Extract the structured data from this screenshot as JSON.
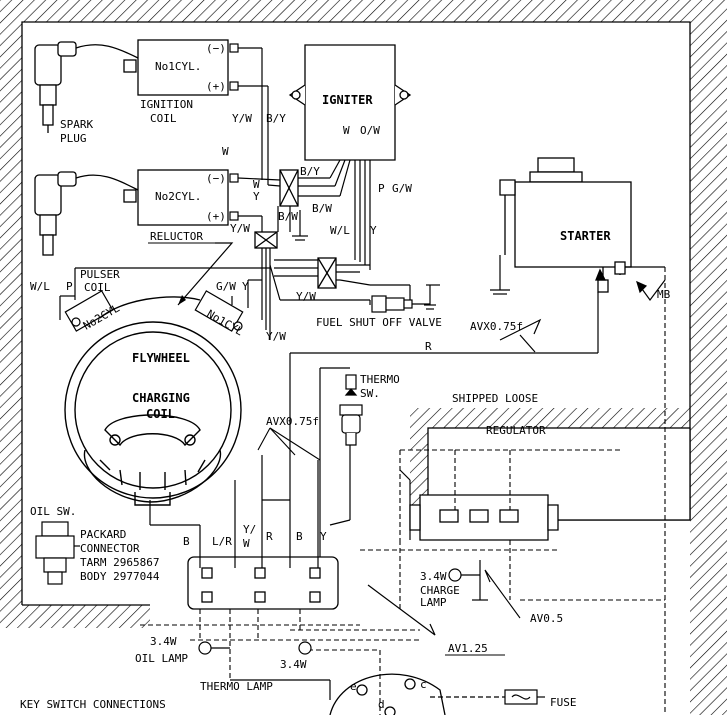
{
  "labels": {
    "ignition_coil_1": "No1CYL.",
    "ignition_coil_2": "No2CYL.",
    "coil_minus_1": "(−)",
    "coil_plus_1": "(+)",
    "coil_minus_2": "(−)",
    "coil_plus_2": "(+)",
    "ignition_coil": "IGNITION",
    "ignition_coil_b": "COIL",
    "spark_plug": "SPARK",
    "spark_plug_b": "PLUG",
    "igniter": "IGNITER",
    "reluctor": "RELUCTOR",
    "pulser_coil": "PULSER",
    "pulser_coil_b": "COIL",
    "pulser_no2": "No2CYL",
    "pulser_no1": "No1CYL",
    "flywheel": "FLYWHEEL",
    "charging_coil": "CHARGING",
    "charging_coil_b": "COIL",
    "starter": "STARTER",
    "fuel_shut_off": "FUEL SHUT OFF VALVE",
    "thermo_sw": "THERMO",
    "thermo_sw_b": "SW.",
    "shipped_loose": "SHIPPED LOOSE",
    "regulator": "REGULATOR",
    "oil_sw": "OIL SW.",
    "packard": "PACKARD",
    "connector": "CONNECTOR",
    "tarm": "TARM 2965867",
    "body": "BODY 2977044",
    "charge_lamp_w": "3.4W",
    "charge_lamp": "CHARGE",
    "charge_lamp_b": "LAMP",
    "oil_lamp_w": "3.4W",
    "oil_lamp": "OIL LAMP",
    "thermo_lamp_w": "3.4W",
    "thermo_lamp": "THERMO LAMP",
    "key_switch": "KEY SWITCH CONNECTIONS",
    "fuse": "FUSE",
    "mb": "MB",
    "avx075f_1": "AVX0.75f",
    "avx075f_2": "AVX0.75f",
    "av05": "AV0.5",
    "av125": "AV1.25",
    "term_e": "e",
    "term_c": "c",
    "term_d": "d"
  },
  "wire_labels": {
    "yw_1": "Y/W",
    "by_1": "B/Y",
    "w_top": "W",
    "w_ign": "W",
    "ow_ign": "O/W",
    "by_2": "B/Y",
    "y_1": "Y",
    "w_2": "W",
    "yw_2": "Y/W",
    "bw_1": "B/W",
    "bw_2": "B/W",
    "p_1": "P",
    "gw_1": "G/W",
    "wl_1": "W/L",
    "y_2": "Y",
    "wl_2": "W/L",
    "p_2": "P",
    "gw_2": "G/W",
    "y_3": "Y",
    "yw_3": "Y/W",
    "yw_4": "Y/W",
    "r_1": "R",
    "b_1": "B",
    "lr_1": "L/R",
    "yw_5": "Y/",
    "yw_5b": "W",
    "r_2": "R",
    "b_2": "B",
    "y_4": "Y"
  }
}
